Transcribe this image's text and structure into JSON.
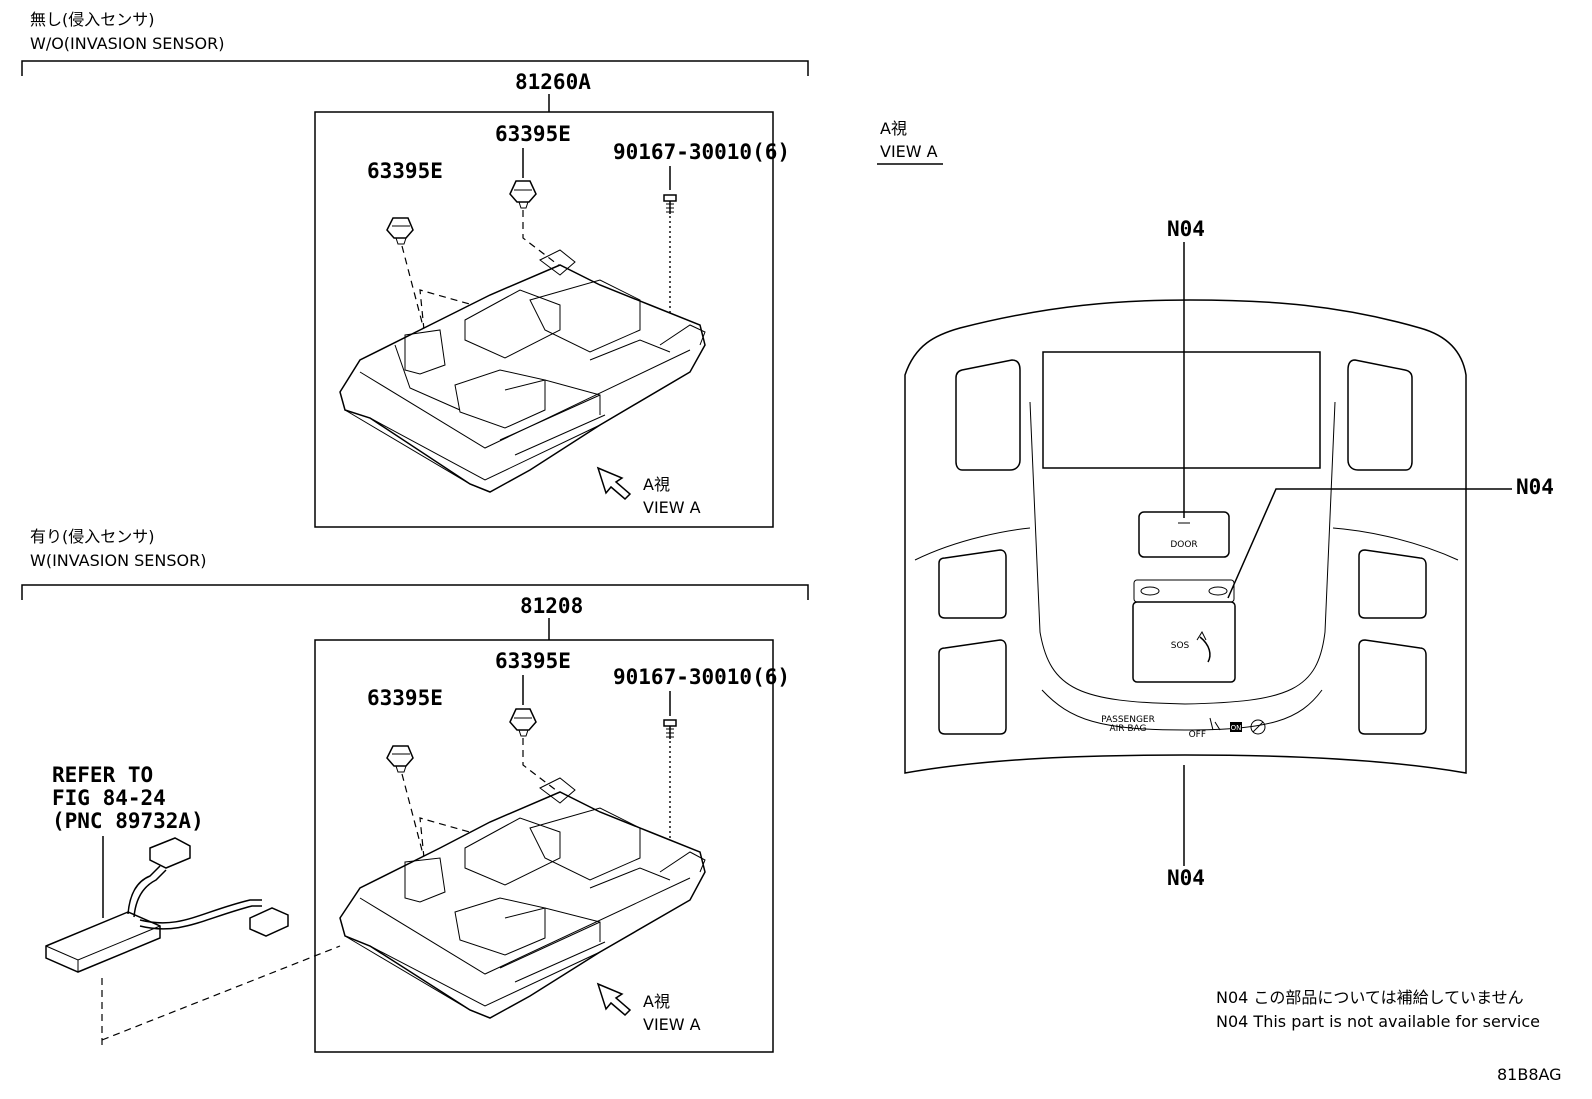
{
  "section_top": {
    "title_jp": "無し(侵入センサ)",
    "title_en": "W/O(INVASION SENSOR)",
    "assembly": "81260A",
    "clip_left": "63395E",
    "clip_center": "63395E",
    "screw": "90167-30010(6)",
    "view_jp": "A視",
    "view_en": "VIEW A"
  },
  "section_bottom": {
    "title_jp": "有り(侵入センサ)",
    "title_en": "W(INVASION SENSOR)",
    "assembly": "81208",
    "clip_left": "63395E",
    "clip_center": "63395E",
    "screw": "90167-30010(6)",
    "view_jp": "A視",
    "view_en": "VIEW A",
    "refer_line1": "REFER TO",
    "refer_line2": "FIG 84-24",
    "refer_line3": "(PNC 89732A)"
  },
  "view_a": {
    "title_jp": "A視",
    "title_en": "VIEW A",
    "callout_top": "N04",
    "callout_right": "N04",
    "callout_bottom": "N04",
    "door_label": "DOOR",
    "sos_label": "SOS",
    "passenger_line1": "PASSENGER",
    "passenger_line2": "AIR BAG",
    "off_label": "OFF",
    "on_label": "ON"
  },
  "notes": {
    "jp": "N04 この部品については補給していません",
    "en": "N04 This part is not available for service"
  },
  "figure_code": "81B8AG"
}
